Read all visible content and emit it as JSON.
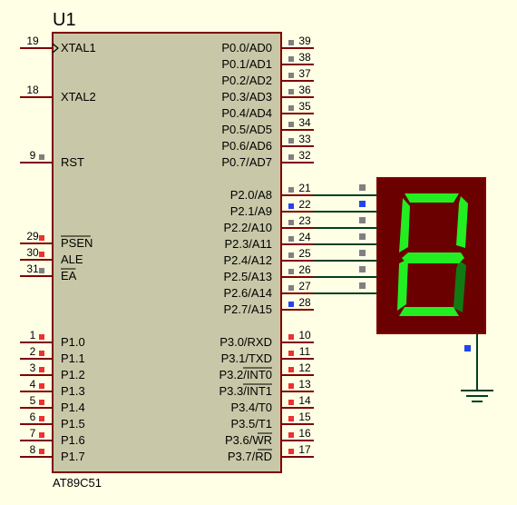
{
  "chip": {
    "ref": "U1",
    "part": "AT89C51",
    "body_color": "#c8c8a8",
    "outline_color": "#800000"
  },
  "left_pins": [
    {
      "num": "19",
      "name": "XTAL1",
      "state": "none",
      "clock": true
    },
    {
      "num": "18",
      "name": "XTAL2",
      "state": "none"
    },
    {
      "num": "9",
      "name": "RST",
      "state": "gray"
    },
    {
      "num": "29",
      "name": "PSEN",
      "state": "red",
      "overbar": true
    },
    {
      "num": "30",
      "name": "ALE",
      "state": "red"
    },
    {
      "num": "31",
      "name": "EA",
      "state": "gray",
      "overbar": true
    },
    {
      "num": "1",
      "name": "P1.0",
      "state": "red"
    },
    {
      "num": "2",
      "name": "P1.1",
      "state": "red"
    },
    {
      "num": "3",
      "name": "P1.2",
      "state": "red"
    },
    {
      "num": "4",
      "name": "P1.3",
      "state": "red"
    },
    {
      "num": "5",
      "name": "P1.4",
      "state": "red"
    },
    {
      "num": "6",
      "name": "P1.5",
      "state": "red"
    },
    {
      "num": "7",
      "name": "P1.6",
      "state": "red"
    },
    {
      "num": "8",
      "name": "P1.7",
      "state": "red"
    }
  ],
  "right_pins": [
    {
      "num": "39",
      "name": "P0.0/AD0",
      "state": "gray"
    },
    {
      "num": "38",
      "name": "P0.1/AD1",
      "state": "gray"
    },
    {
      "num": "37",
      "name": "P0.2/AD2",
      "state": "gray"
    },
    {
      "num": "36",
      "name": "P0.3/AD3",
      "state": "gray"
    },
    {
      "num": "35",
      "name": "P0.4/AD4",
      "state": "gray"
    },
    {
      "num": "34",
      "name": "P0.5/AD5",
      "state": "gray"
    },
    {
      "num": "33",
      "name": "P0.6/AD6",
      "state": "gray"
    },
    {
      "num": "32",
      "name": "P0.7/AD7",
      "state": "gray"
    },
    {
      "num": "21",
      "name": "P2.0/A8",
      "state": "gray"
    },
    {
      "num": "22",
      "name": "P2.1/A9",
      "state": "blue"
    },
    {
      "num": "23",
      "name": "P2.2/A10",
      "state": "gray"
    },
    {
      "num": "24",
      "name": "P2.3/A11",
      "state": "gray"
    },
    {
      "num": "25",
      "name": "P2.4/A12",
      "state": "gray"
    },
    {
      "num": "26",
      "name": "P2.5/A13",
      "state": "gray"
    },
    {
      "num": "27",
      "name": "P2.6/A14",
      "state": "gray"
    },
    {
      "num": "28",
      "name": "P2.7/A15",
      "state": "blue"
    },
    {
      "num": "10",
      "name": "P3.0/RXD",
      "state": "red"
    },
    {
      "num": "11",
      "name": "P3.1/TXD",
      "state": "red"
    },
    {
      "num": "12",
      "name": "P3.2/INT0",
      "state": "red",
      "overbar_part": "INT0"
    },
    {
      "num": "13",
      "name": "P3.3/INT1",
      "state": "red",
      "overbar_part": "INT1"
    },
    {
      "num": "14",
      "name": "P3.4/T0",
      "state": "red"
    },
    {
      "num": "15",
      "name": "P3.5/T1",
      "state": "red"
    },
    {
      "num": "16",
      "name": "P3.6/WR",
      "state": "red",
      "overbar_part": "WR"
    },
    {
      "num": "17",
      "name": "P3.7/RD",
      "state": "red",
      "overbar_part": "RD"
    }
  ],
  "display": {
    "segments_on": [
      "a",
      "b",
      "e",
      "f",
      "g",
      "d"
    ],
    "seg_on_color": "#22ee22",
    "seg_off_color": "#127a12",
    "body_color": "#6b0000",
    "input_states": [
      "gray",
      "blue",
      "gray",
      "gray",
      "gray",
      "gray",
      "gray"
    ],
    "common_state": "blue"
  },
  "colors": {
    "background": "#ffffe6",
    "wire": "#004020",
    "pin_line": "#800000",
    "gray": "#808080",
    "red": "#ee3030",
    "blue": "#2244ee"
  }
}
